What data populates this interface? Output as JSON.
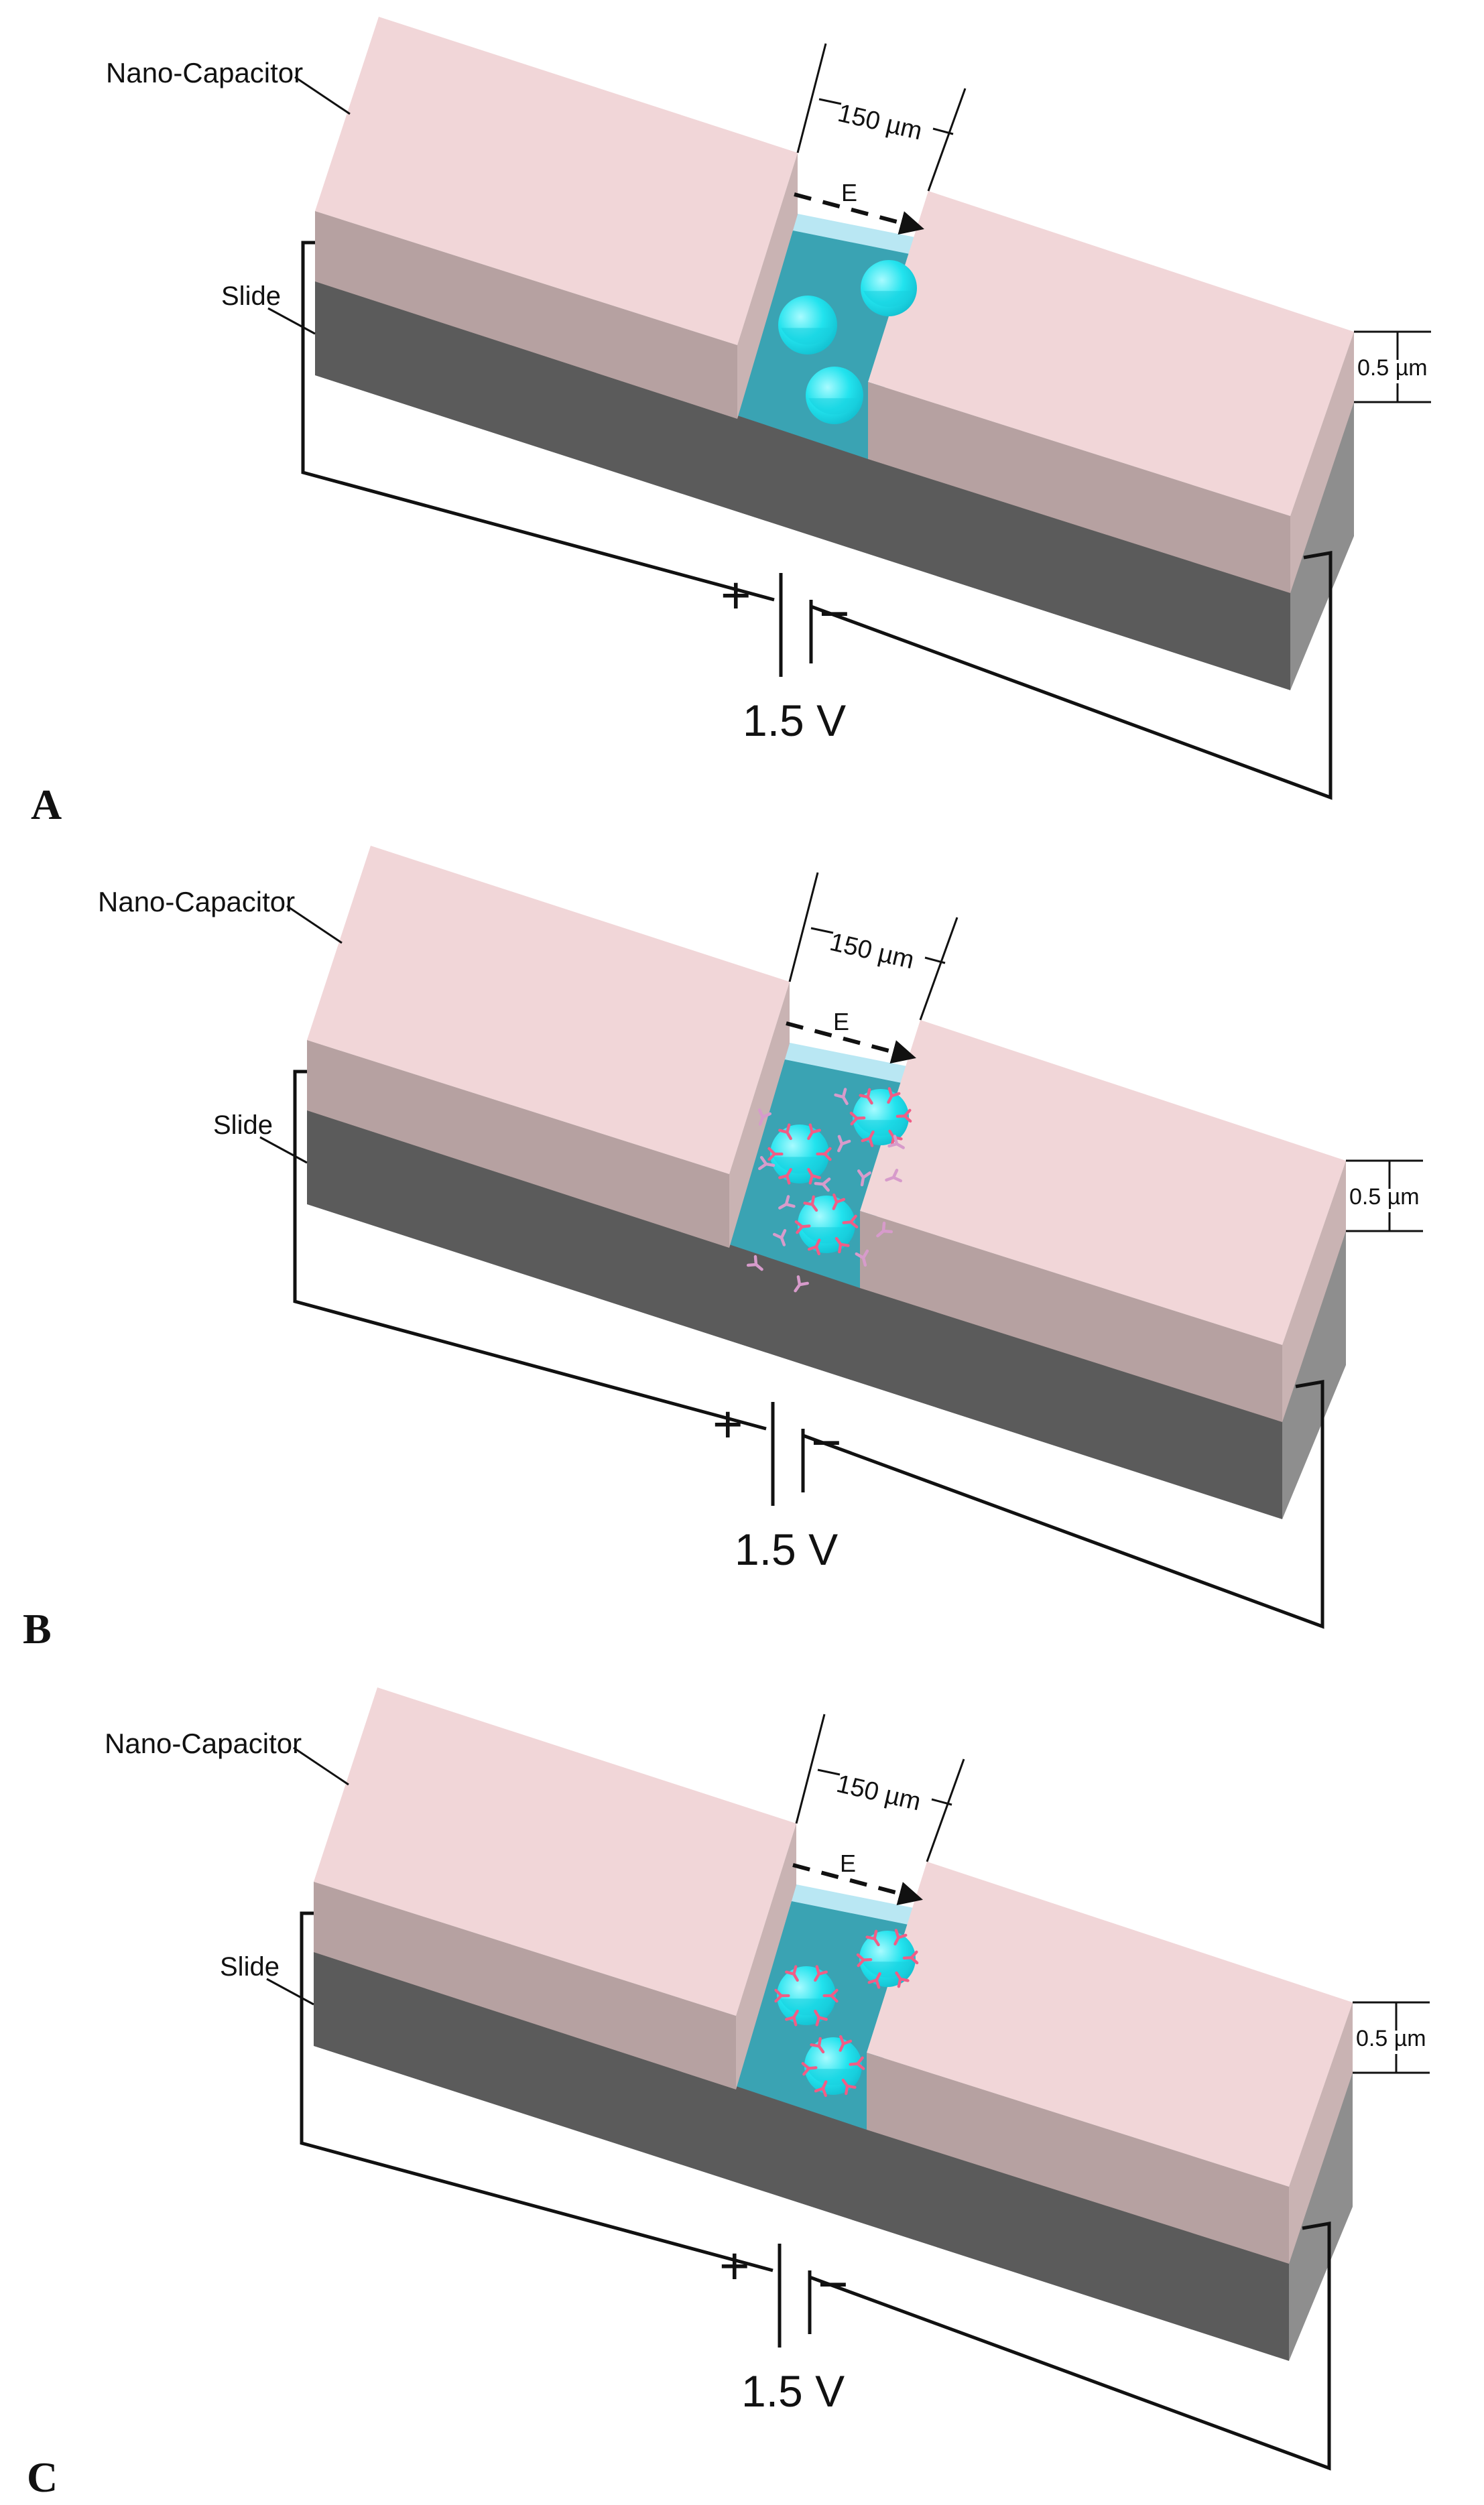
{
  "colors": {
    "capacitor_top": "#f1d6d8",
    "capacitor_front": "#b6a1a1",
    "capacitor_side": "#c9b3b3",
    "slide_front": "#5b5b5b",
    "slide_side": "#8e8e8e",
    "gap_liquid": "#3aa3b3",
    "gap_top": "#b9e7f3",
    "particle": "#22e3ee",
    "particle_light": "#a8fbff",
    "antibody_light": "#d79bcb",
    "antibody_bound": "#f05d86",
    "wire": "#111111"
  },
  "panels": [
    {
      "letter": "A",
      "capacitor_label": "Nano-Capacitor",
      "slide_label": "Slide",
      "gap_width_label": "150 µm",
      "field_label": "E",
      "thickness_label": "0.5 µm",
      "battery_plus": "+",
      "battery_minus": "−",
      "voltage_label": "1.5 V",
      "particles": "bare"
    },
    {
      "letter": "B",
      "capacitor_label": "Nano-Capacitor",
      "slide_label": "Slide",
      "gap_width_label": "150 µm",
      "field_label": "E",
      "thickness_label": "0.5 µm",
      "battery_plus": "+",
      "battery_minus": "−",
      "voltage_label": "1.5 V",
      "particles": "with-free-and-bound-antibodies"
    },
    {
      "letter": "C",
      "capacitor_label": "Nano-Capacitor",
      "slide_label": "Slide",
      "gap_width_label": "150 µm",
      "field_label": "E",
      "thickness_label": "0.5 µm",
      "battery_plus": "+",
      "battery_minus": "−",
      "voltage_label": "1.5 V",
      "particles": "with-bound-antibodies"
    }
  ]
}
